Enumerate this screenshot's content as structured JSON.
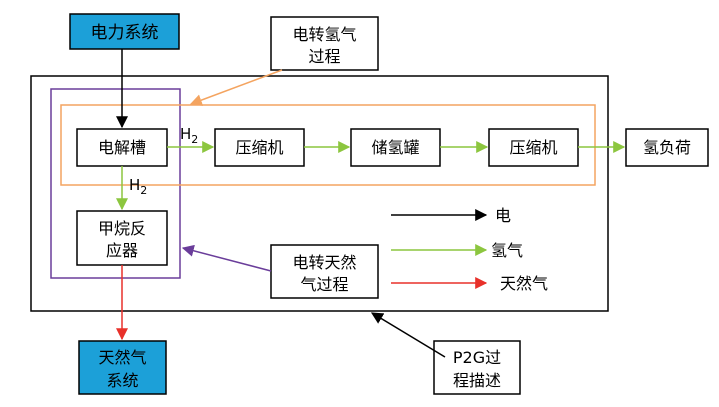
{
  "nodes": {
    "power_system": "电力系统",
    "p2h_process": [
      "电转氢气",
      "过程"
    ],
    "electrolyzer": "电解槽",
    "compressor_1": "压缩机",
    "hydrogen_tank": "储氢罐",
    "compressor_2": "压缩机",
    "hydrogen_load": "氢负荷",
    "methane_reactor": [
      "甲烷反",
      "应器"
    ],
    "p2ng_process": [
      "电转天然",
      "气过程"
    ],
    "gas_system": [
      "天然气",
      "系统"
    ],
    "p2g_description": [
      "P2G过",
      "程描述"
    ]
  },
  "labels": {
    "h2_main": "H",
    "h2_main_sub": "2",
    "h2_down": "H",
    "h2_down_sub": "2"
  },
  "legend": {
    "electricity": "电",
    "hydrogen": "氢气",
    "natural_gas": "天然气"
  },
  "colors": {
    "electricity": "#000000",
    "hydrogen": "#8cc63f",
    "natural_gas": "#e8312a",
    "p2h_boundary": "#f4a460",
    "p2ng_boundary": "#6a3d9a",
    "system_box": "#1ca0d8"
  }
}
